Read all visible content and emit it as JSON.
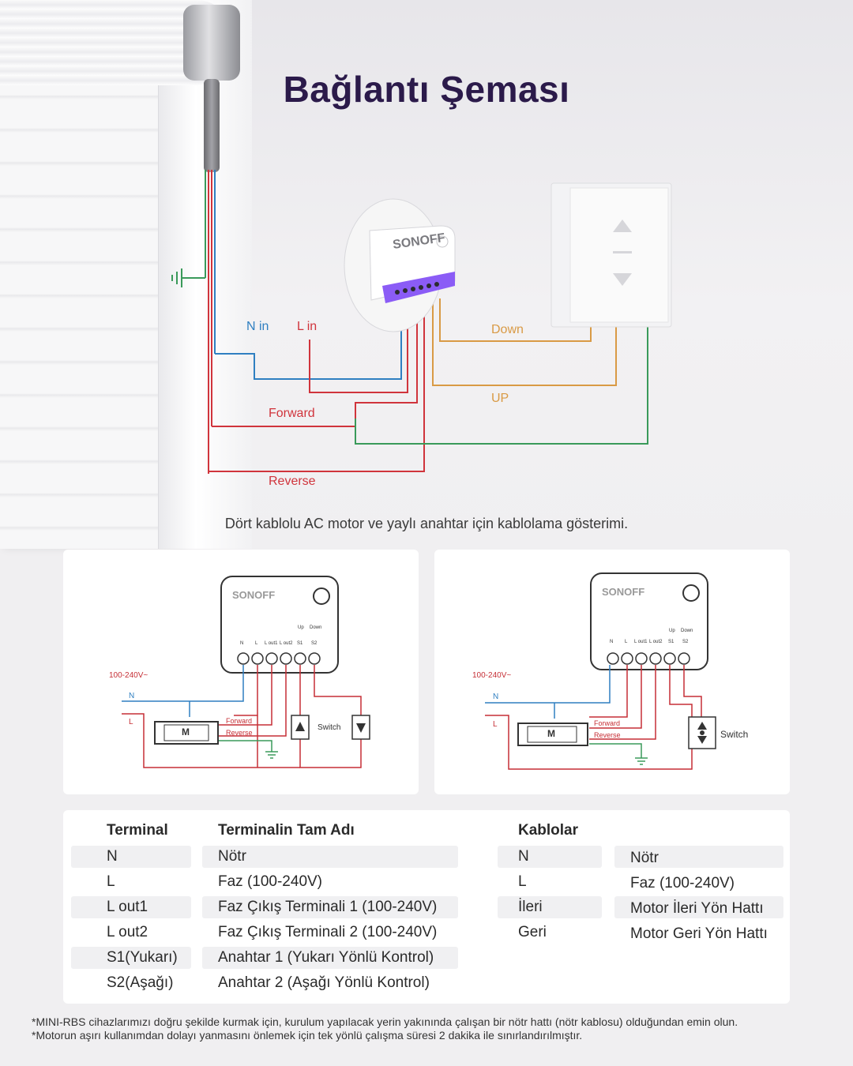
{
  "title": "Bağlantı Şeması",
  "caption": "Dört kablolu AC motor ve yaylı anahtar için kablolama gösterimi.",
  "photo": {
    "device_brand": "SONOFF",
    "labels": {
      "n_in": "N in",
      "l_in": "L in",
      "down": "Down",
      "up": "UP",
      "forward": "Forward",
      "reverse": "Reverse"
    },
    "colors": {
      "neutral": "#2f7fc1",
      "live": "#d0343c",
      "earth": "#3a9a5a",
      "switch": "#d99a45",
      "title": "#2b1a4a",
      "module_accent": "#8b5cf6"
    }
  },
  "diagrams": [
    {
      "brand": "SONOFF",
      "terminals": [
        "N",
        "L",
        "L out1",
        "L out2",
        "S1",
        "S2"
      ],
      "up": "Up",
      "down": "Down",
      "supply": "100-240V~",
      "n": "N",
      "l": "L",
      "motor": "M",
      "forward": "Forward",
      "reverse": "Reverse",
      "switch": "Switch"
    },
    {
      "brand": "SONOFF",
      "terminals": [
        "N",
        "L",
        "L out1",
        "L out2",
        "S1",
        "S2"
      ],
      "up": "Up",
      "down": "Down",
      "supply": "100-240V~",
      "n": "N",
      "l": "L",
      "motor": "M",
      "forward": "Forward",
      "reverse": "Reverse",
      "switch": "Switch"
    }
  ],
  "terminal_table": {
    "headers": [
      "Terminal",
      "Terminalin Tam Adı"
    ],
    "rows": [
      {
        "terminal": "N",
        "name": "Nötr"
      },
      {
        "terminal": "L",
        "name": "Faz (100-240V)"
      },
      {
        "terminal": "L out1",
        "name": "Faz Çıkış Terminali 1 (100-240V)"
      },
      {
        "terminal": "L out2",
        "name": "Faz Çıkış Terminali 2 (100-240V)"
      },
      {
        "terminal": "S1(Yukarı)",
        "name": "Anahtar 1 (Yukarı Yönlü Kontrol)"
      },
      {
        "terminal": "S2(Aşağı)",
        "name": "Anahtar 2 (Aşağı Yönlü Kontrol)"
      }
    ]
  },
  "cable_table": {
    "headers": [
      "Kablolar",
      ""
    ],
    "rows": [
      {
        "cable": "N",
        "name": "Nötr"
      },
      {
        "cable": "L",
        "name": "Faz (100-240V)"
      },
      {
        "cable": "İleri",
        "name": "Motor İleri Yön Hattı"
      },
      {
        "cable": "Geri",
        "name": "Motor Geri Yön Hattı"
      }
    ]
  },
  "notes": [
    "*MINI-RBS cihazlarımızı doğru şekilde kurmak için, kurulum yapılacak yerin yakınında çalışan bir nötr hattı (nötr kablosu) olduğundan emin olun.",
    "*Motorun aşırı kullanımdan dolayı yanmasını önlemek için tek yönlü çalışma süresi 2 dakika ile sınırlandırılmıştır."
  ]
}
